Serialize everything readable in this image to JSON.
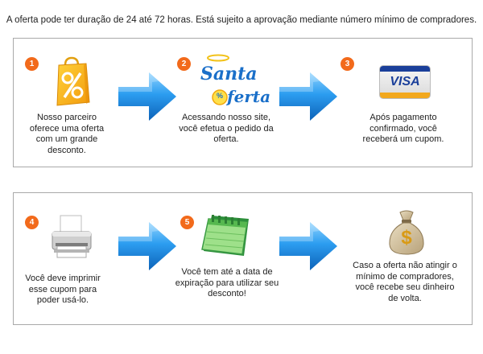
{
  "notice": "A oferta pode ter duração de 24 até 72 horas. Está sujeito a aprovação mediante número mínimo de compradores.",
  "steps": [
    {
      "number": "1",
      "caption": "Nosso parceiro oferece uma oferta com um grande desconto.",
      "icon": "shopping-bag-percent-icon"
    },
    {
      "number": "2",
      "caption": "Acessando nosso site, você efetua o pedido da oferta.",
      "icon": "santa-oferta-logo",
      "logo_top": "Santa",
      "logo_bottom": "ferta",
      "logo_badge": "%"
    },
    {
      "number": "3",
      "caption": "Após pagamento confirmado, você receberá um cupom.",
      "icon": "visa-card-icon",
      "card_text": "VISA"
    },
    {
      "number": "4",
      "caption": "Você deve imprimir esse cupom para poder usá-lo.",
      "icon": "printer-icon"
    },
    {
      "number": "5",
      "caption": "Você tem até a data de expiração para utilizar seu desconto!",
      "icon": "calendar-icon"
    },
    {
      "number": "",
      "caption": "Caso a oferta não atingir o mínimo de compradores, você recebe seu dinheiro de volta.",
      "icon": "money-bag-icon",
      "bag_symbol": "$"
    }
  ],
  "colors": {
    "badge": "#f26a1b",
    "arrow": "#1f8fe0",
    "border": "#a9a9a9"
  }
}
